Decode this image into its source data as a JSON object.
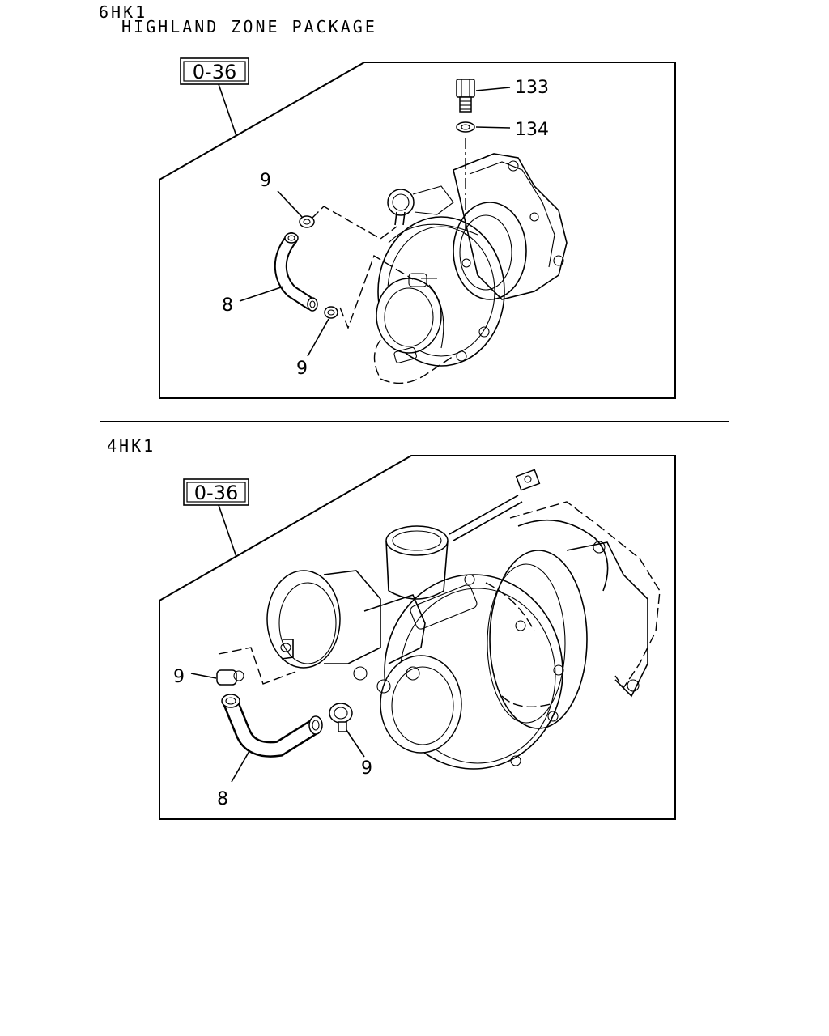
{
  "upper_section": {
    "model": "6HK1",
    "subtitle": "HIGHLAND ZONE PACKAGE",
    "ref_box": "0-36",
    "callouts": {
      "p133": "133",
      "p134": "134",
      "p9a": "9",
      "p9b": "9",
      "p8": "8"
    }
  },
  "lower_section": {
    "model": "4HK1",
    "ref_box": "0-36",
    "callouts": {
      "p9a": "9",
      "p9b": "9",
      "p8": "8"
    }
  }
}
